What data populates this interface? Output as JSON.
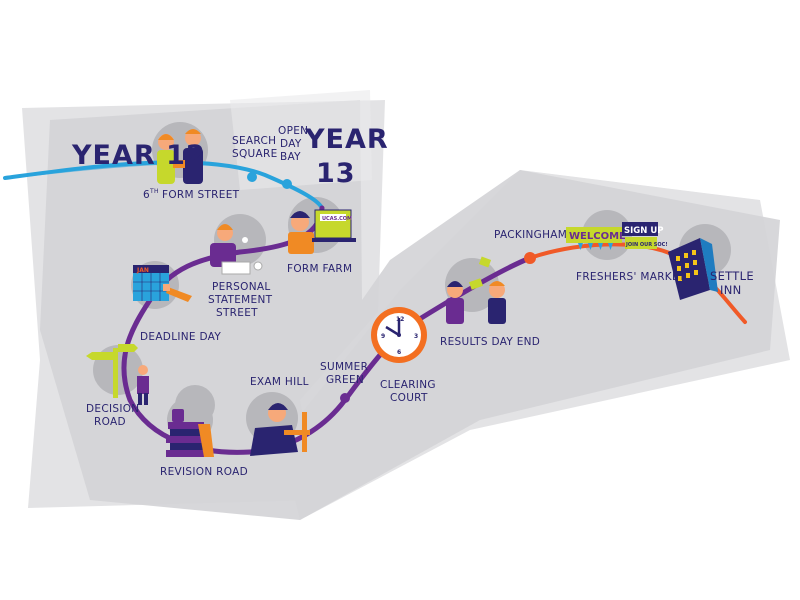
{
  "titles": {
    "year12": "YEAR 12",
    "year13": "YEAR",
    "year13_number": "13"
  },
  "stops": {
    "search_square_line1": "SEARCH",
    "search_square_line2": "SQUARE",
    "open_day_bay_line1": "OPEN",
    "open_day_bay_line2": "DAY",
    "open_day_bay_line3": "BAY",
    "sixth_form_street_num": "6",
    "sixth_form_street_sup": "TH",
    "sixth_form_street_rest": "FORM STREET",
    "form_farm": "FORM FARM",
    "personal_statement_line1": "PERSONAL",
    "personal_statement_line2": "STATEMENT",
    "personal_statement_line3": "STREET",
    "deadline_day": "DEADLINE DAY",
    "decision_road_line1": "DECISION",
    "decision_road_line2": "ROAD",
    "revision_road": "REVISION ROAD",
    "exam_hill": "EXAM HILL",
    "summer_green_line1": "SUMMER",
    "summer_green_line2": "GREEN",
    "clearing_court_line1": "CLEARING",
    "clearing_court_line2": "COURT",
    "results_day_end": "RESULTS DAY END",
    "packingham": "PACKINGHAM",
    "freshers_market": "FRESHERS' MARKET",
    "settle_inn_line1": "SETTLE",
    "settle_inn_line2": "INN"
  },
  "signs": {
    "ucas": "UCAS.COM",
    "welcome": "WELCOME",
    "sign_up": "SIGN UP",
    "join_our_soc": "JOIN OUR SOC!",
    "calendar_month": "JAN"
  },
  "colors": {
    "road_blue": "#29a3dc",
    "road_purple": "#6a2c91",
    "road_orange": "#f05a28",
    "text_navy": "#2a2470",
    "panel_grey": "#d5d5d8",
    "panel_light": "#e6e6e8",
    "circle_grey": "#b8b8bc",
    "skin": "#f7a97a",
    "hair_orange": "#f08a24",
    "lime": "#c6d82c",
    "clock_face": "#f36f21"
  }
}
